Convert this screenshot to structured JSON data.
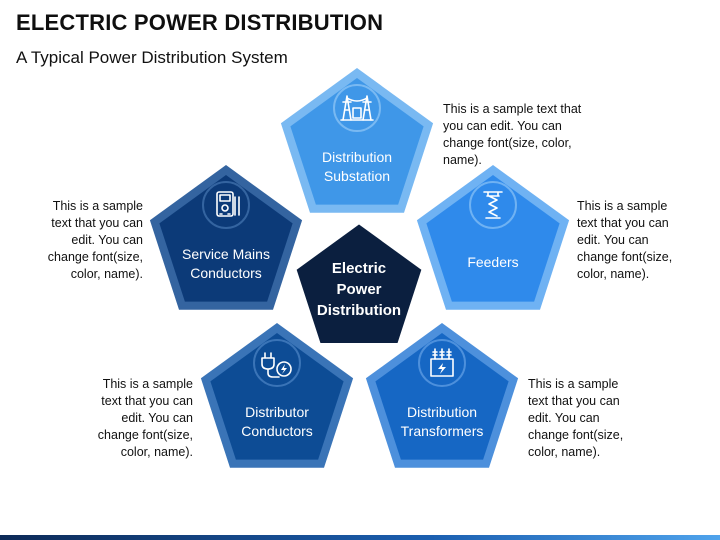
{
  "title": "ELECTRIC POWER DISTRIBUTION",
  "subtitle": "A Typical Power Distribution System",
  "center": {
    "lines": [
      "Electric",
      "Power",
      "Distribution"
    ],
    "color": "#0b1f3f"
  },
  "nodes": [
    {
      "id": "distribution-substation",
      "lines": [
        "Distribution",
        "Substation"
      ],
      "color": "#3f97e8",
      "ring": "#79b9f2",
      "icon": "substation-icon",
      "desc": [
        "This is a sample text that",
        "you can edit. You can",
        "change font(size, color,",
        "name)."
      ]
    },
    {
      "id": "feeders",
      "lines": [
        "Feeders"
      ],
      "color": "#2f8aeb",
      "ring": "#6fb2f3",
      "icon": "insulator-icon",
      "desc": [
        "This is a sample",
        "text that you can",
        "edit. You can",
        "change font(size,",
        "color, name)."
      ]
    },
    {
      "id": "distribution-transformers",
      "lines": [
        "Distribution",
        "Transformers"
      ],
      "color": "#1667c4",
      "ring": "#4d90dc",
      "icon": "transformer-icon",
      "desc": [
        "This is a sample",
        "text that you can",
        "edit. You can",
        "change font(size,",
        "color, name)."
      ]
    },
    {
      "id": "distributor-conductors",
      "lines": [
        "Distributor",
        "Conductors"
      ],
      "color": "#0d4c95",
      "ring": "#3a74b7",
      "icon": "plug-icon",
      "desc": [
        "This is a sample",
        "text that you can",
        "edit. You can",
        "change font(size,",
        "color, name)."
      ]
    },
    {
      "id": "service-mains-conductors",
      "lines": [
        "Service Mains",
        "Conductors"
      ],
      "color": "#0c3a78",
      "ring": "#3464a0",
      "icon": "multimeter-icon",
      "desc": [
        "This is a sample",
        "text that you can",
        "edit. You can",
        "change font(size,",
        "color, name)."
      ]
    }
  ]
}
